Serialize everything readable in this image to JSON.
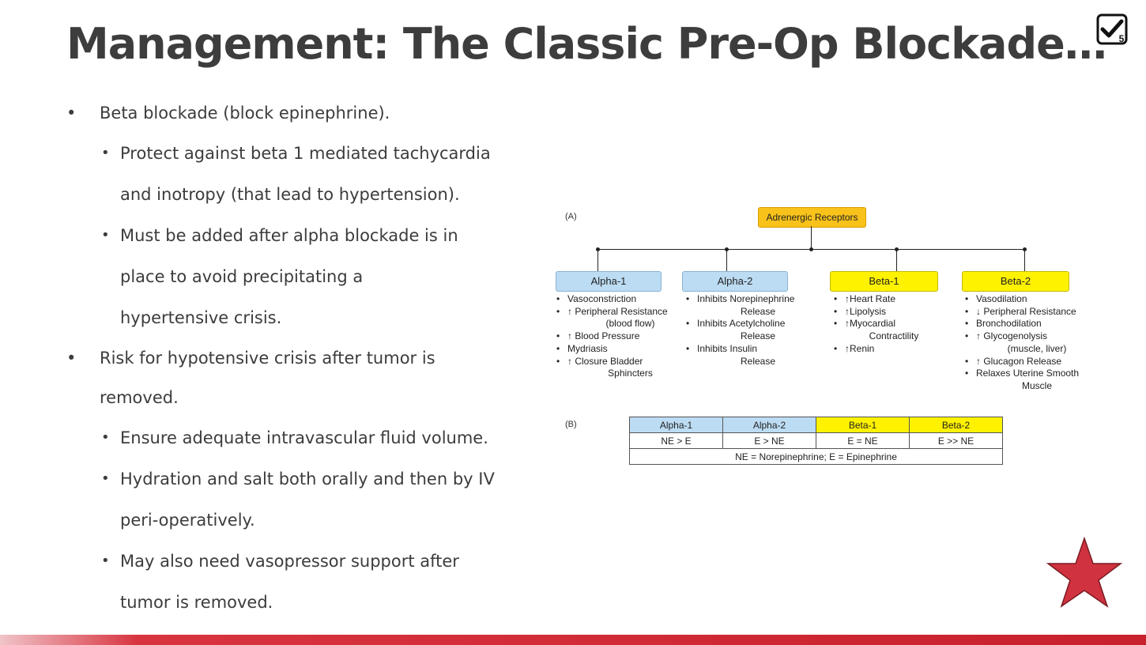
{
  "slide": {
    "title": "Management: The Classic Pre-Op Blockade…",
    "badge_number": "5"
  },
  "bullets": [
    {
      "level": 1,
      "lines": [
        "Beta blockade (block epinephrine)."
      ]
    },
    {
      "level": 2,
      "lines": [
        "Protect against beta 1 mediated tachycardia",
        "and inotropy (that lead to hypertension)."
      ]
    },
    {
      "level": 2,
      "lines": [
        "Must be added after alpha blockade is in",
        "place to avoid precipitating a",
        "hypertensive crisis."
      ]
    },
    {
      "level": 1,
      "lines": [
        "Risk for hypotensive crisis after tumor is",
        "removed."
      ]
    },
    {
      "level": 2,
      "lines": [
        "Ensure adequate intravascular fluid volume."
      ]
    },
    {
      "level": 2,
      "lines": [
        "Hydration and salt both orally and then by IV",
        "peri-operatively."
      ]
    },
    {
      "level": 2,
      "lines": [
        "May also need vasopressor support after",
        "tumor is removed."
      ]
    }
  ],
  "figure": {
    "label_a": "(A)",
    "label_b": "(B)",
    "root": "Adrenergic Receptors",
    "receptors": [
      {
        "name": "Alpha-1",
        "kind": "alpha",
        "effects": [
          {
            "t": "Vasoconstriction",
            "b": true
          },
          {
            "t": "↑ Peripheral Resistance",
            "b": true
          },
          {
            "t": "(blood flow)",
            "b": false
          },
          {
            "t": "↑ Blood Pressure",
            "b": true
          },
          {
            "t": "Mydriasis",
            "b": true
          },
          {
            "t": "↑ Closure Bladder",
            "b": true
          },
          {
            "t": "Sphincters",
            "b": false
          }
        ]
      },
      {
        "name": "Alpha-2",
        "kind": "alpha",
        "effects": [
          {
            "t": "Inhibits Norepinephrine",
            "b": true
          },
          {
            "t": "Release",
            "b": false
          },
          {
            "t": "Inhibits Acetylcholine",
            "b": true
          },
          {
            "t": "Release",
            "b": false
          },
          {
            "t": "Inhibits Insulin",
            "b": true
          },
          {
            "t": "Release",
            "b": false
          }
        ]
      },
      {
        "name": "Beta-1",
        "kind": "beta",
        "effects": [
          {
            "t": "↑Heart Rate",
            "b": true
          },
          {
            "t": "↑Lipolysis",
            "b": true
          },
          {
            "t": "↑Myocardial",
            "b": true
          },
          {
            "t": "Contractility",
            "b": false
          },
          {
            "t": "↑Renin",
            "b": true
          }
        ]
      },
      {
        "name": "Beta-2",
        "kind": "beta",
        "effects": [
          {
            "t": "Vasodilation",
            "b": true
          },
          {
            "t": "↓ Peripheral Resistance",
            "b": true
          },
          {
            "t": "Bronchodilation",
            "b": true
          },
          {
            "t": "↑ Glycogenolysis",
            "b": true
          },
          {
            "t": "(muscle, liver)",
            "b": false
          },
          {
            "t": "↑ Glucagon Release",
            "b": true
          },
          {
            "t": "Relaxes Uterine Smooth",
            "b": true
          },
          {
            "t": "Muscle",
            "b": false
          }
        ]
      }
    ],
    "table": {
      "headers": [
        "Alpha-1",
        "Alpha-2",
        "Beta-1",
        "Beta-2"
      ],
      "values": [
        "NE > E",
        "E > NE",
        "E = NE",
        "E >> NE"
      ],
      "footnote": "NE = Norepinephrine; E = Epinephrine"
    }
  },
  "colors": {
    "alpha": "#bcdcf3",
    "beta": "#fff200",
    "root": "#f8c21a",
    "star": "#d0323f",
    "bar": "#c8202c"
  },
  "icons": [
    "checkbox-check-icon",
    "star-icon"
  ]
}
